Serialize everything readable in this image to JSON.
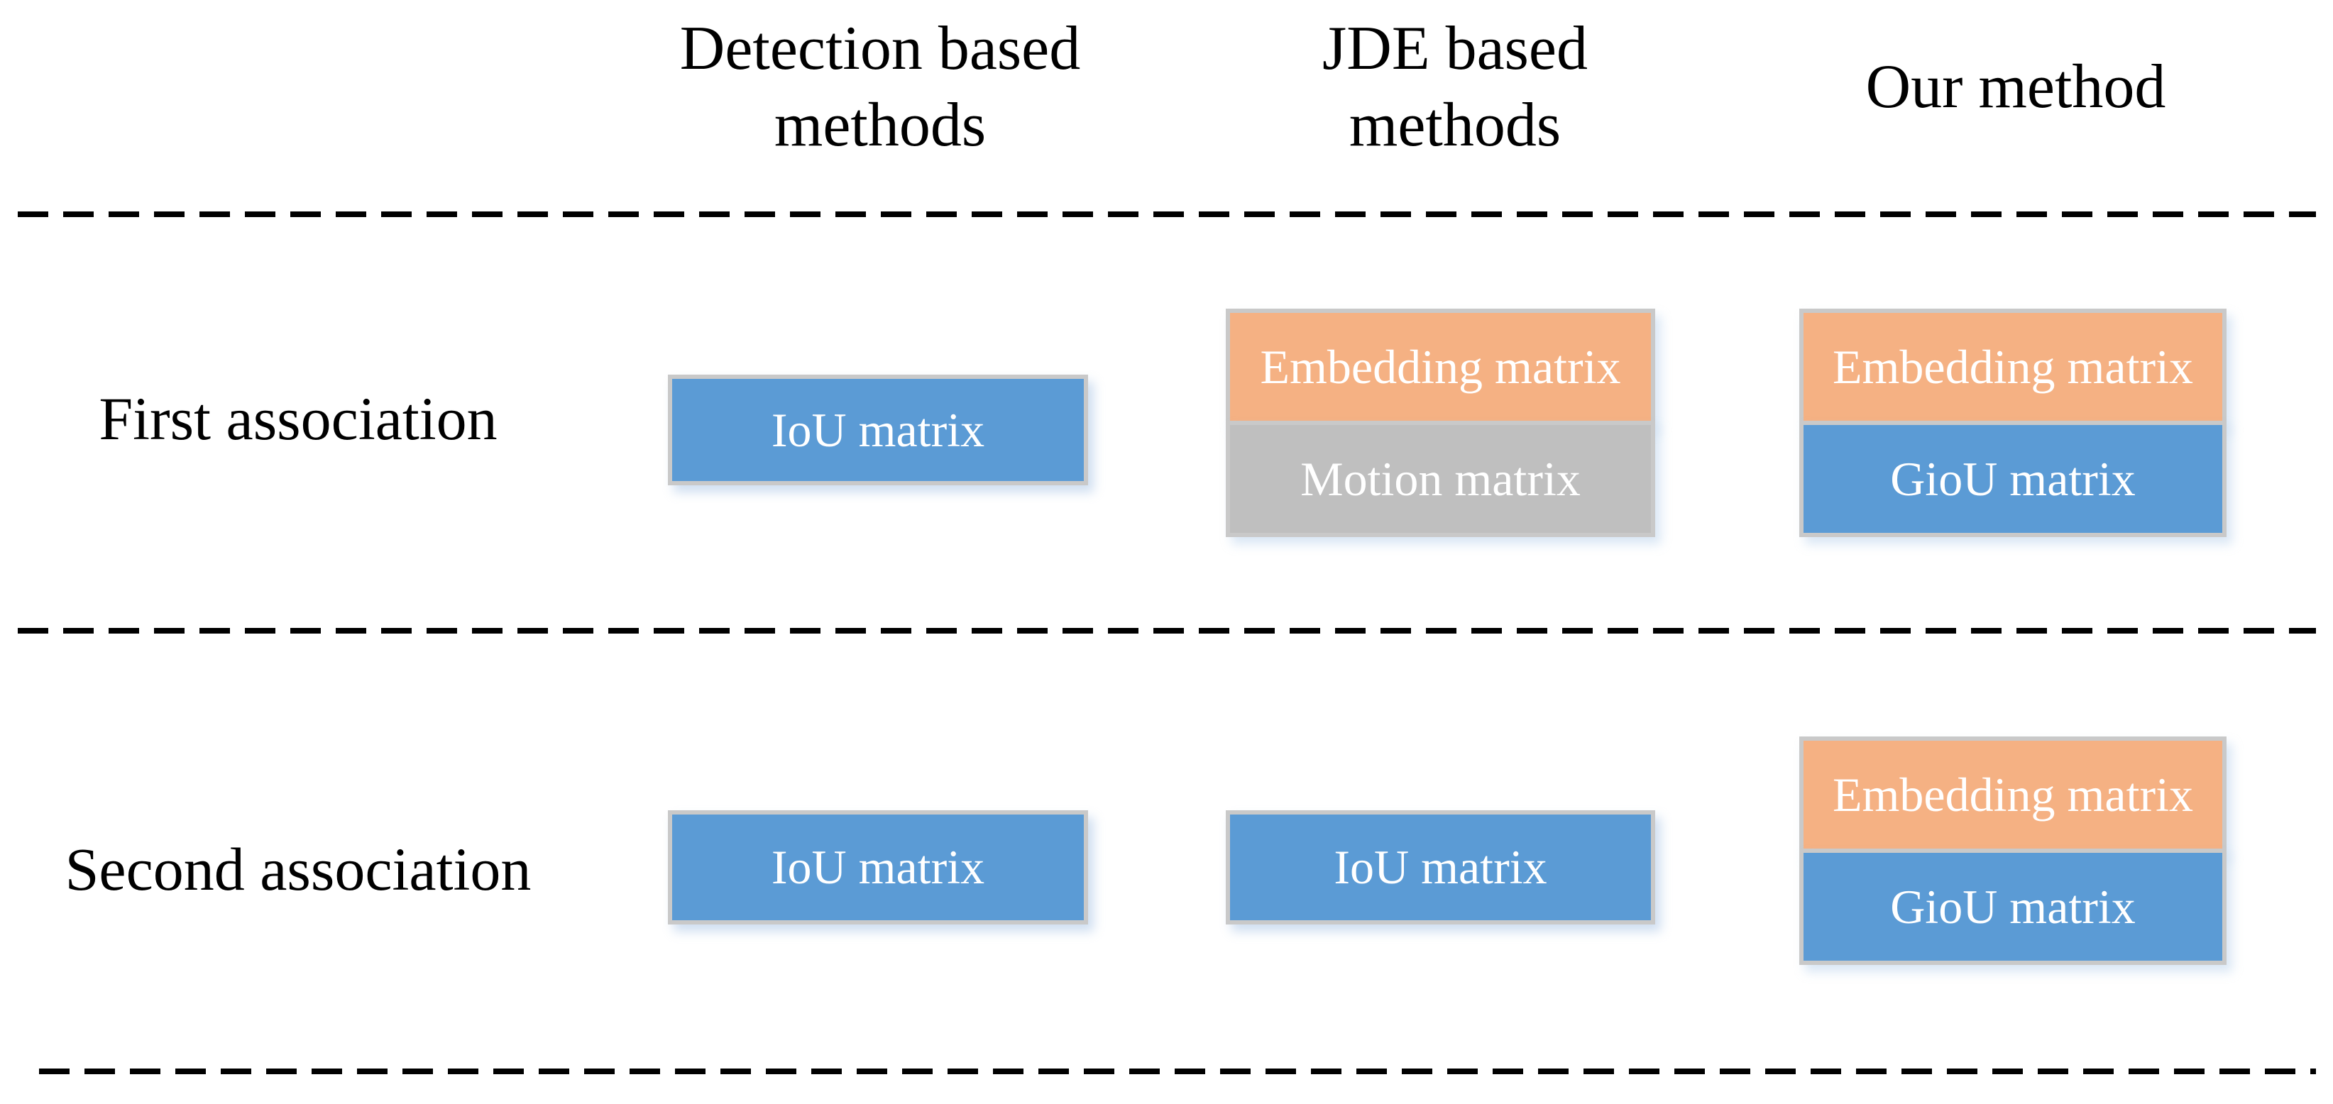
{
  "headers": {
    "detection": "Detection based\nmethods",
    "jde": "JDE based\nmethods",
    "our": "Our method"
  },
  "rows": {
    "first": {
      "label": "First association",
      "detection": {
        "boxes": [
          {
            "text": "IoU matrix",
            "color": "blue"
          }
        ]
      },
      "jde": {
        "boxes": [
          {
            "text": "Embedding matrix",
            "color": "orange"
          },
          {
            "text": "Motion matrix",
            "color": "gray"
          }
        ]
      },
      "our": {
        "boxes": [
          {
            "text": "Embedding matrix",
            "color": "orange"
          },
          {
            "text": "GioU matrix",
            "color": "blue"
          }
        ]
      }
    },
    "second": {
      "label": "Second association",
      "detection": {
        "boxes": [
          {
            "text": "IoU matrix",
            "color": "blue"
          }
        ]
      },
      "jde": {
        "boxes": [
          {
            "text": "IoU matrix",
            "color": "blue"
          }
        ]
      },
      "our": {
        "boxes": [
          {
            "text": "Embedding matrix",
            "color": "orange"
          },
          {
            "text": "GioU matrix",
            "color": "blue"
          }
        ]
      }
    }
  },
  "colors": {
    "blue": "#5B9BD5",
    "orange": "#F5B183",
    "gray": "#BFBFBF",
    "border": "#C9C9C9",
    "boxtext": "#FFFFFF",
    "line": "#000000"
  }
}
